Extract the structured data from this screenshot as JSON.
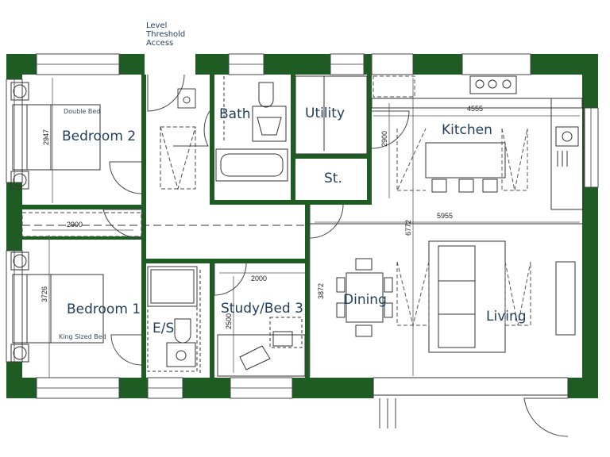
{
  "access_note": [
    "Level",
    "Threshold",
    "Access"
  ],
  "rooms": {
    "bedroom2": "Bedroom 2",
    "bedroom1": "Bedroom 1",
    "bath": "Bath",
    "utility": "Utility",
    "store": "St.",
    "kitchen": "Kitchen",
    "ensuite": "E/S",
    "study": "Study/Bed 3",
    "dining": "Dining",
    "living": "Living"
  },
  "furniture_labels": {
    "double_bed": "Double Bed",
    "king_bed": "King Sized Bed"
  },
  "dimensions": {
    "bedroom2_depth": "2947",
    "corridor_width": "2900",
    "bedroom1_depth": "3726",
    "study_width": "2000",
    "study_depth": "2500",
    "dining_depth": "3872",
    "kitchen_depth": "2900",
    "kitchen_width": "4555",
    "living_width": "5955",
    "overall_depth": "6772"
  },
  "colors": {
    "wall": "#1f5c24",
    "line": "#333333",
    "text": "#1f3d5c"
  }
}
